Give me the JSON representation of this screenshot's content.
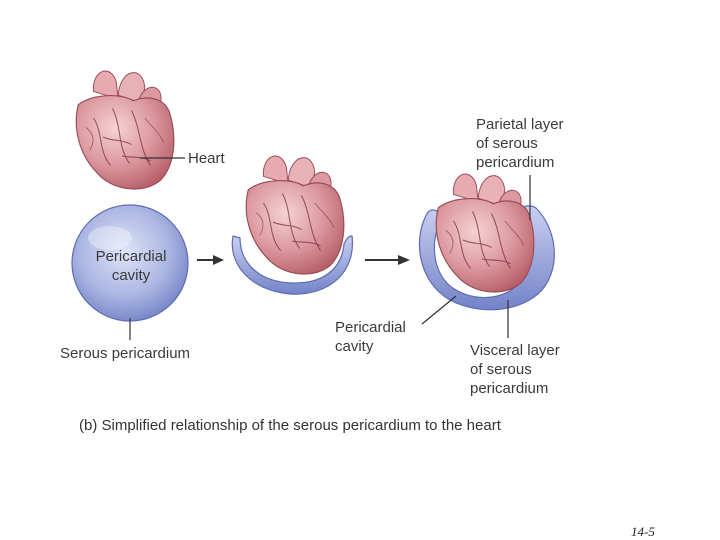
{
  "labels": {
    "heart": "Heart",
    "pericardial_cavity_bubble": "Pericardial\ncavity",
    "serous_pericardium": "Serous pericardium",
    "parietal_layer": "Parietal layer\nof serous\npericardium",
    "pericardial_cavity": "Pericardial\ncavity",
    "visceral_layer": "Visceral layer\nof serous\npericardium"
  },
  "caption": "(b) Simplified relationship of the serous pericardium to the heart",
  "page_number": "14-5",
  "colors": {
    "heart_fill": "#d98c92",
    "heart_highlight": "#f2c9cc",
    "heart_vessel_lines": "#7a2e38",
    "serous_fill": "#a9b4e3",
    "serous_dark": "#6f7fc4",
    "label_text": "#3a3a3a",
    "arrow": "#333333"
  }
}
